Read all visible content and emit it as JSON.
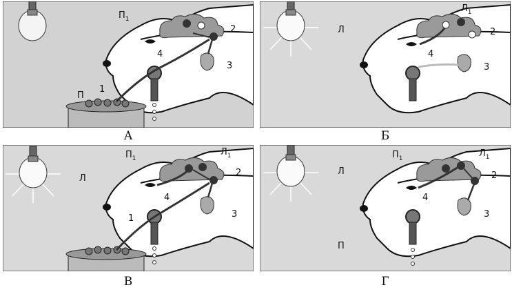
{
  "panels": [
    {
      "caption": "А",
      "food_label": "П",
      "lamp_label": "",
      "p1_label": "П",
      "p1_sub": "1",
      "l1_label": "",
      "l1_sub": "",
      "n1": "1",
      "n2": "2",
      "n3": "3",
      "n4": "4"
    },
    {
      "caption": "Б",
      "food_label": "",
      "lamp_label": "Л",
      "p1_label": "",
      "p1_sub": "",
      "l1_label": "Л",
      "l1_sub": "1",
      "n1": "",
      "n2": "2",
      "n3": "3",
      "n4": "4"
    },
    {
      "caption": "В",
      "food_label": "",
      "lamp_label": "Л",
      "p1_label": "П",
      "p1_sub": "1",
      "l1_label": "Л",
      "l1_sub": "1",
      "n1": "1",
      "n2": "2",
      "n3": "3",
      "n4": "4"
    },
    {
      "caption": "Г",
      "food_label": "П",
      "lamp_label": "Л",
      "p1_label": "П",
      "p1_sub": "1",
      "l1_label": "Л",
      "l1_sub": "1",
      "n1": "",
      "n2": "2",
      "n3": "3",
      "n4": "4"
    }
  ],
  "colors": {
    "background": "#d2d2d2",
    "dog": "#ffffff",
    "brain": "#9a9a9a",
    "line": "#111111",
    "dark_dot": "#333333"
  }
}
